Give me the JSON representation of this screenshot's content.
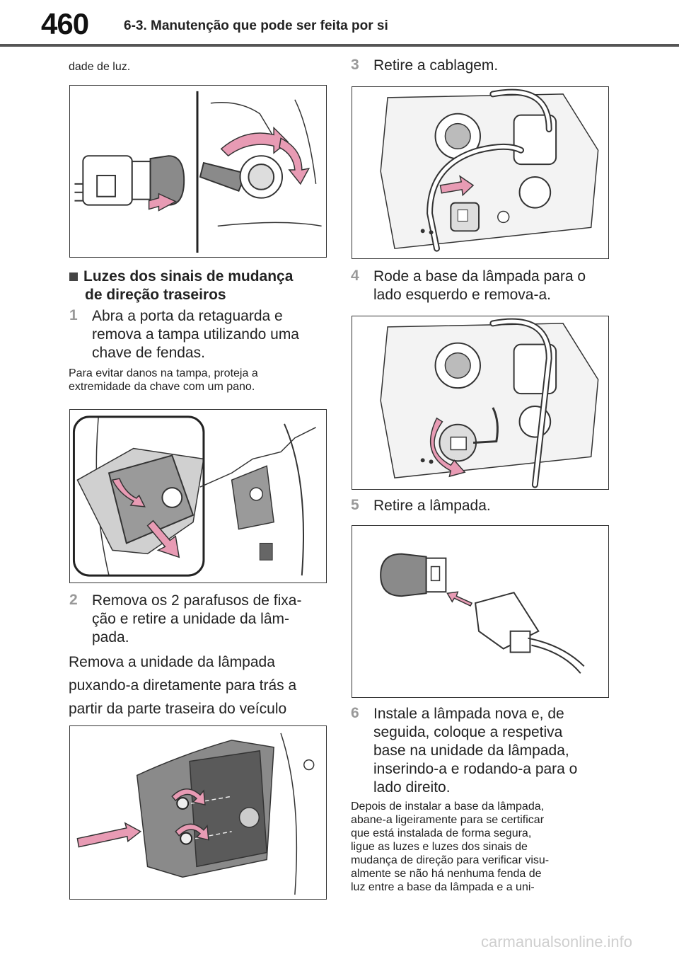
{
  "header": {
    "page_number": "460",
    "section_title": "6-3. Manutenção que pode ser feita por si"
  },
  "left": {
    "intro_tail": "dade de luz.",
    "heading": "Luzes dos sinais de mudança de direção traseiros",
    "heading_line1": "Luzes dos sinais de mudança",
    "heading_line2": "de direção traseiros",
    "step1": {
      "num": "1",
      "lines": [
        "Abra a porta da retaguarda e",
        "remova a tampa utilizando uma",
        "chave de fendas."
      ]
    },
    "note1": [
      "Para evitar danos na tampa, proteja a",
      "extremidade da chave com um pano."
    ],
    "step2": {
      "num": "2",
      "lines": [
        "Remova os 2 parafusos de fixa-",
        "ção e retire a unidade da lâm-",
        "pada."
      ]
    },
    "para": [
      "Remova a unidade da lâmpada",
      "puxando-a diretamente para trás a",
      "partir da parte traseira do veículo"
    ]
  },
  "right": {
    "step3": {
      "num": "3",
      "text": "Retire a cablagem."
    },
    "step4": {
      "num": "4",
      "lines": [
        "Rode a base da lâmpada para o",
        "lado esquerdo e remova-a."
      ]
    },
    "step5": {
      "num": "5",
      "text": "Retire a lâmpada."
    },
    "step6": {
      "num": "6",
      "lines": [
        "Instale a lâmpada nova e, de",
        "seguida, coloque a respetiva",
        "base na unidade da lâmpada,",
        "inserindo-a e rodando-a para o",
        "lado direito."
      ]
    },
    "note6": [
      "Depois de instalar a base da lâmpada,",
      "abane-a ligeiramente para se certificar",
      "que está instalada de forma segura,",
      "ligue as luzes e luzes dos sinais de",
      "mudança de direção para verificar visu-",
      "almente se não há nenhuma fenda de",
      "luz entre a base da lâmpada e a uni-"
    ]
  },
  "watermark": "carmanualsonline.info",
  "colors": {
    "arrow_pink": "#e89bb4",
    "line": "#333333",
    "gray_fill": "#8a8a8a"
  }
}
